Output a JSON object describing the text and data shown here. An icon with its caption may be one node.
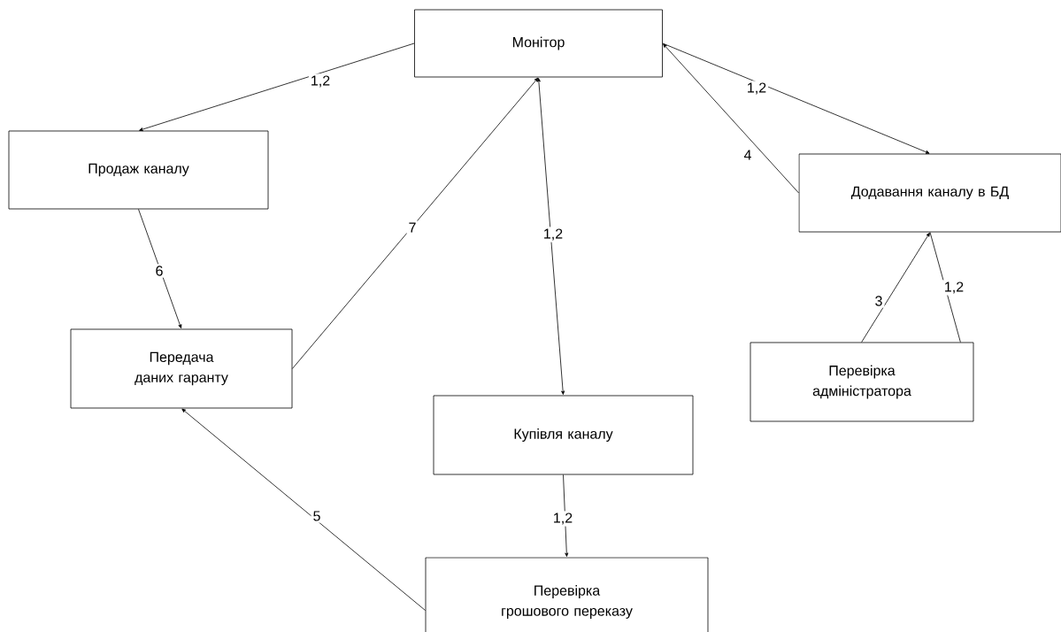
{
  "diagram": {
    "nodes": [
      {
        "text": [
          "Монітор"
        ]
      },
      {
        "text": [
          "Продаж каналу"
        ]
      },
      {
        "text": [
          "Передача даних гаранту"
        ]
      },
      {
        "text": [
          "Додавання каналу в БД"
        ]
      },
      {
        "text": [
          "Перевірка адміністратора"
        ]
      },
      {
        "text": [
          "Купівля каналу"
        ]
      },
      {
        "text": [
          "Перевірка грошового переказу"
        ]
      }
    ],
    "edges": [
      {
        "from": 0,
        "to": 1,
        "arrow": "to",
        "label": "1,2"
      },
      {
        "from": 0,
        "to": 5,
        "arrow": "both",
        "label": "1,2"
      },
      {
        "from": 2,
        "to": 0,
        "arrow": "to",
        "label": "7"
      },
      {
        "from": 0,
        "to": 3,
        "arrow": "to",
        "label": "1,2"
      },
      {
        "from": 3,
        "to": 0,
        "arrow": "to",
        "label": "4"
      },
      {
        "from": 1,
        "to": 2,
        "arrow": "to",
        "label": "6"
      },
      {
        "from": 4,
        "to": 3,
        "arrow": "to",
        "label": "3"
      },
      {
        "from": 4,
        "to": 3,
        "arrow": "none",
        "label": "1,2"
      },
      {
        "from": 5,
        "to": 6,
        "arrow": "to",
        "label": "1,2"
      },
      {
        "from": 6,
        "to": 2,
        "arrow": "to",
        "label": "5"
      }
    ]
  }
}
